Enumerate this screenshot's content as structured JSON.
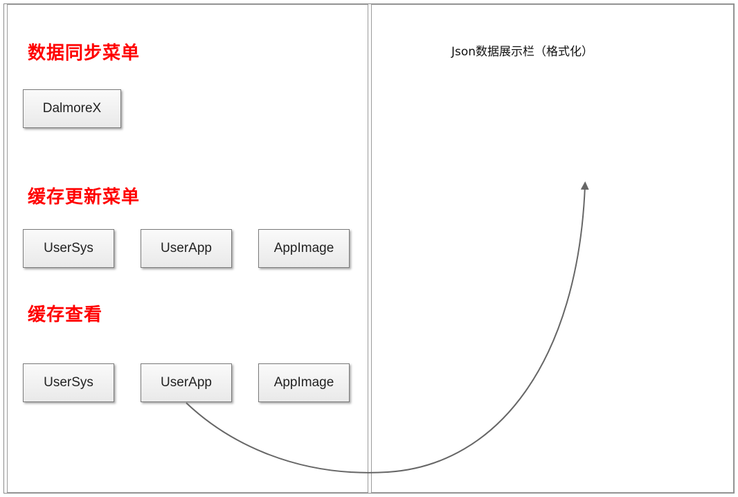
{
  "left_panel": {
    "sections": [
      {
        "title": "数据同步菜单",
        "buttons": [
          "DalmoreX"
        ]
      },
      {
        "title": "缓存更新菜单",
        "buttons": [
          "UserSys",
          "UserApp",
          "AppImage"
        ]
      },
      {
        "title": "缓存查看",
        "buttons": [
          "UserSys",
          "UserApp",
          "AppImage"
        ]
      }
    ]
  },
  "right_panel": {
    "title": "Json数据展示栏（格式化）"
  },
  "colors": {
    "section_title": "#ff0000",
    "arrow": "#666666",
    "button_border": "#7a7a7a"
  }
}
